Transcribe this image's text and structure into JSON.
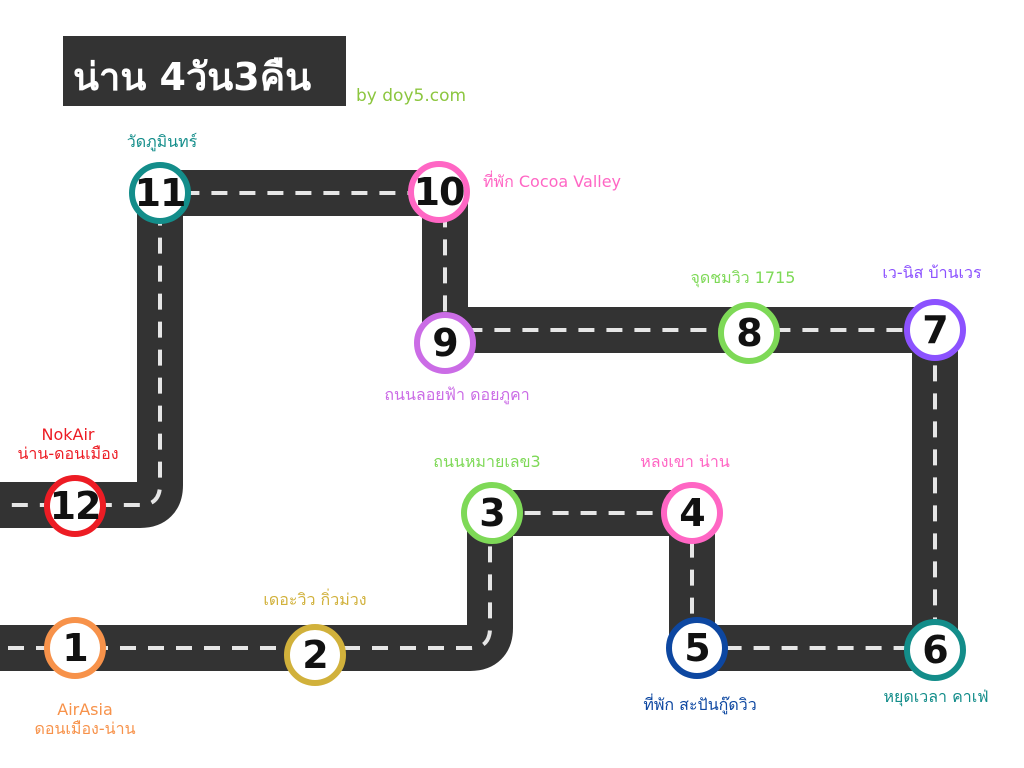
{
  "title": "น่าน  4วัน3คืน",
  "credit": "by doy5.com",
  "colors": {
    "road": "#333333",
    "dash": "#e6e6e6",
    "title_bg": "#333333",
    "credit": "#8cc63f"
  },
  "stops": [
    {
      "number": "1",
      "label_lines": [
        "AirAsia",
        "ดอนเมือง-น่าน"
      ],
      "color": "#f7924a"
    },
    {
      "number": "2",
      "label_lines": [
        "เดอะวิว กิ่วม่วง"
      ],
      "color": "#d1b13b"
    },
    {
      "number": "3",
      "label_lines": [
        "ถนนหมายเลข3"
      ],
      "color": "#7ed957"
    },
    {
      "number": "4",
      "label_lines": [
        "หลงเขา น่าน"
      ],
      "color": "#ff66c4"
    },
    {
      "number": "5",
      "label_lines": [
        "ที่พัก สะปันกู๊ดวิว"
      ],
      "color": "#0d47a1"
    },
    {
      "number": "6",
      "label_lines": [
        "หยุดเวลา คาเฟ่"
      ],
      "color": "#138d8a"
    },
    {
      "number": "7",
      "label_lines": [
        "เว-นิส บ้านเวร"
      ],
      "color": "#8c52ff"
    },
    {
      "number": "8",
      "label_lines": [
        "จุดชมวิว 1715"
      ],
      "color": "#7ed957"
    },
    {
      "number": "9",
      "label_lines": [
        "ถนนลอยฟ้า ดอยภูคา"
      ],
      "color": "#cb6ce6"
    },
    {
      "number": "10",
      "label_lines": [
        "ที่พัก Cocoa Valley"
      ],
      "color": "#ff66c4"
    },
    {
      "number": "11",
      "label_lines": [
        "วัดภูมินทร์"
      ],
      "color": "#138d8a"
    },
    {
      "number": "12",
      "label_lines": [
        "NokAir",
        "น่าน-ดอนเมือง"
      ],
      "color": "#ed1c24"
    }
  ]
}
